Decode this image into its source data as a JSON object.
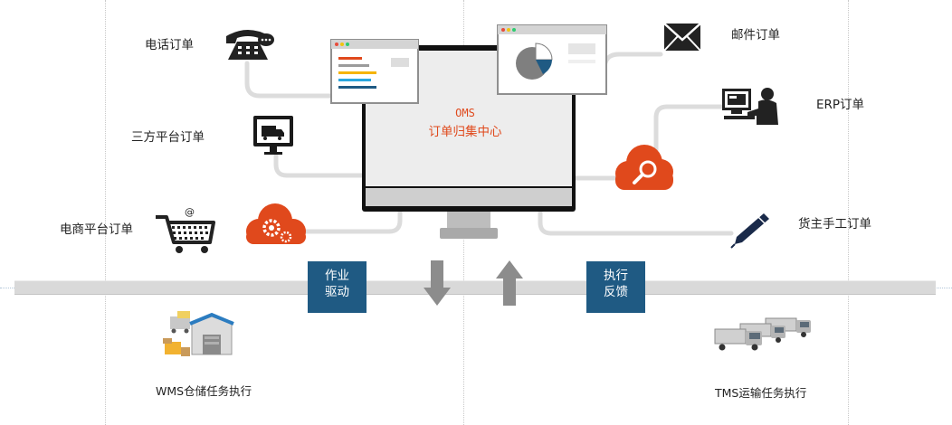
{
  "center": {
    "title": "OMS",
    "subtitle": "订单归集中心"
  },
  "channels": {
    "phone": "电话订单",
    "third_party": "三方平台订单",
    "ecommerce": "电商平台订单",
    "mail": "邮件订单",
    "erp": "ERP订单",
    "manual": "货主手工订单"
  },
  "flows": {
    "drive": [
      "作业",
      "驱动"
    ],
    "feedback": [
      "执行",
      "反馈"
    ]
  },
  "execution": {
    "wms": "WMS仓储任务执行",
    "tms": "TMS运输任务执行"
  },
  "colors": {
    "accent_orange": "#e0491c",
    "box_blue": "#1f5a83",
    "connector_gray": "#dcdcdc",
    "arrow_gray": "#8c8c8c"
  }
}
